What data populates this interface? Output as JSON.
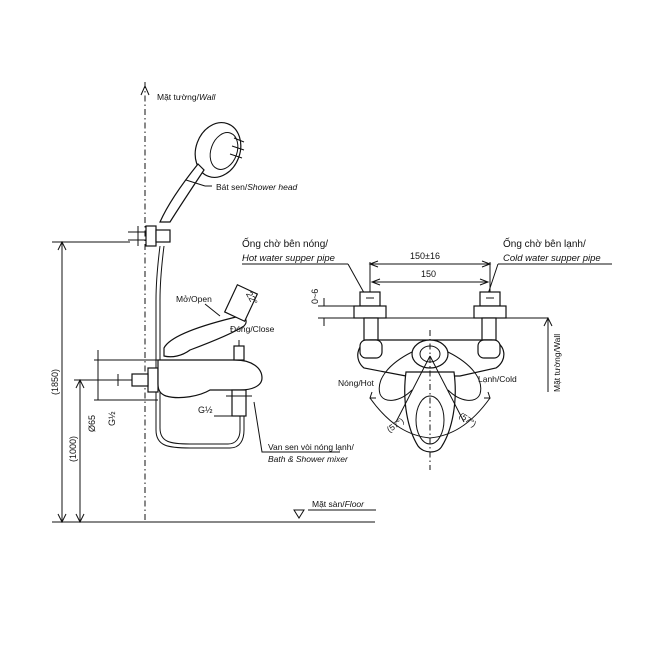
{
  "labels": {
    "wall_top": "Mặt tường/",
    "wall_top_en": "Wall",
    "shower_head": "Bát sen/",
    "shower_head_en": "Shower head",
    "open": "Mở/Open",
    "close": "Đóng/Close",
    "angle_handle": "22°",
    "mixer": "Van sen vòi nóng lạnh/",
    "mixer_en": "Bath & Shower mixer",
    "floor": "Mặt sàn/",
    "floor_en": "Floor",
    "hot_pipe": "Ống chờ bên nóng/",
    "hot_pipe_en": "Hot water supper pipe",
    "cold_pipe": "Ống chờ bên lạnh/",
    "cold_pipe_en": "Cold water supper pipe",
    "hot": "Nóng/Hot",
    "cold": "Lạnh/Cold",
    "wall_side": "Mặt tường/Wall",
    "angle_left": "(57°)",
    "angle_right": "(57°)"
  },
  "dimensions": {
    "total_height": "(1850)",
    "mixer_height": "(1000)",
    "outlet_diameter": "Ø65",
    "thread_top": "G½",
    "thread_bottom": "G½",
    "centers": "150±16",
    "centers_nominal": "150",
    "wall_offset": "0~6"
  }
}
